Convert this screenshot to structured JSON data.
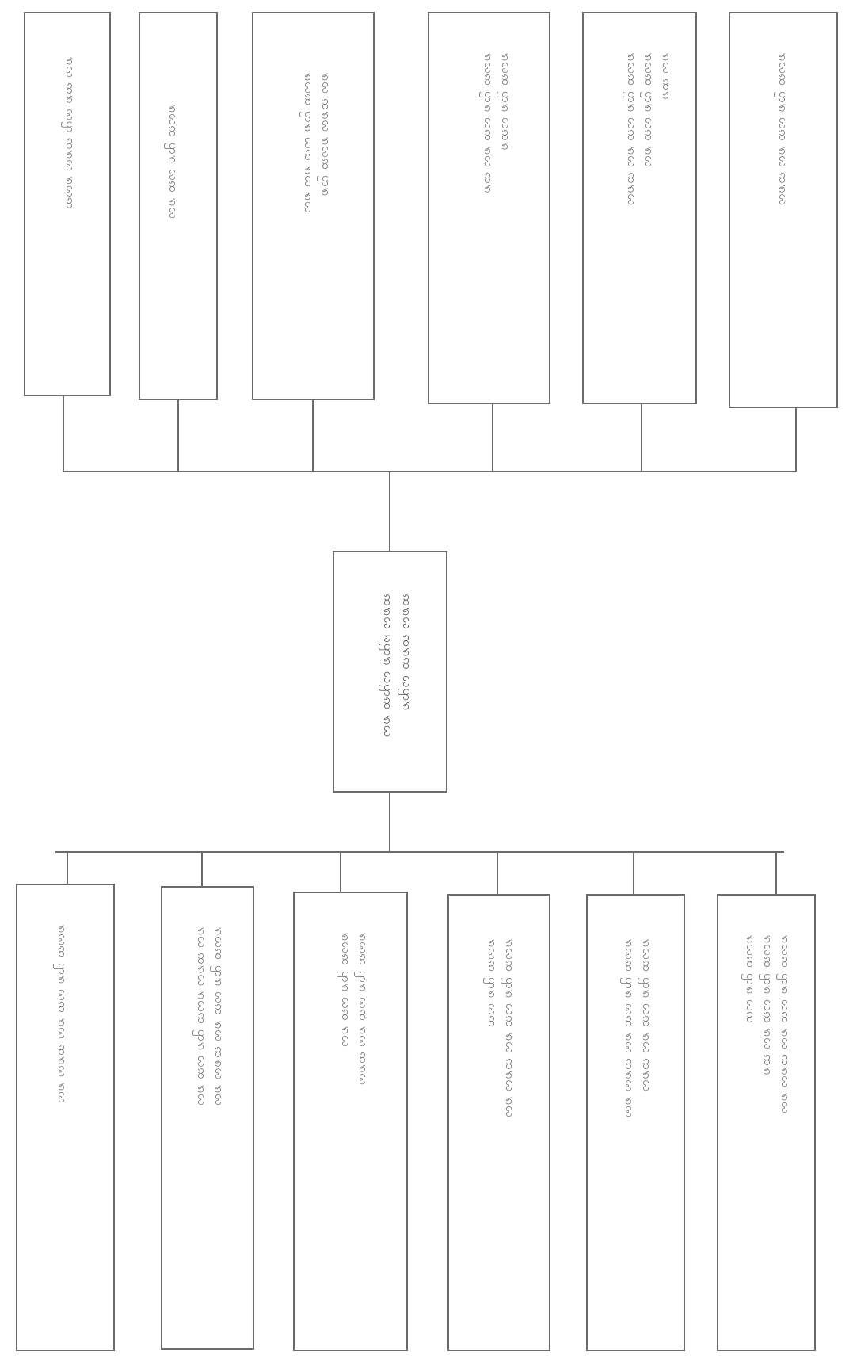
{
  "diagram": {
    "center": {
      "lines": [
        "ꩡꩫꩬ ꩡꩫꩡ ꩬꩥꩫ",
        "ꩡꩫꩬ ꩢꩥꩫ ꩬꩥꩡ ꩫꩬ"
      ]
    },
    "top_branches": [
      {
        "lines": [
          "ꩫꩬ ꩡꩫ ꩬꩥ ꩡꩫꩬ ꩫꩬꩡ"
        ]
      },
      {
        "lines": [
          "ꩫꩬꩡ ꩥꩫ ꩬꩡ ꩫꩬ"
        ]
      },
      {
        "lines": [
          "ꩫꩬ ꩡꩫꩬ ꩫꩬꩡ ꩥꩫ",
          "ꩫꩬꩡ ꩥꩫ ꩬꩡ ꩫꩬ ꩫꩬ"
        ]
      },
      {
        "lines": [
          "ꩫꩬꩡ ꩥꩫ ꩬꩡꩫ",
          "ꩫꩬꩡ ꩥꩫ ꩬꩡ ꩫꩬ ꩡꩫ"
        ]
      },
      {
        "lines": [
          "ꩫꩬ ꩡꩫ",
          "ꩫꩬꩡ ꩥꩫ ꩬꩡ ꩫꩬ",
          "ꩫꩬꩡ ꩥꩫ ꩬꩡ ꩫꩬ ꩡꩫꩬ"
        ]
      },
      {
        "lines": [
          "ꩫꩬꩡ ꩥꩫ ꩬꩡ ꩫꩬ ꩡꩫꩬ"
        ]
      }
    ],
    "bottom_branches": [
      {
        "lines": [
          "ꩫꩬꩡ ꩥꩫ ꩬꩡ ꩫꩬ ꩡꩫꩬ ꩫꩬ"
        ]
      },
      {
        "lines": [
          "ꩫꩬꩡ ꩥꩫ ꩬꩡ ꩫꩬ ꩡꩫꩬ ꩫꩬ",
          "ꩫꩬ ꩡꩫꩬ ꩫꩬꩡ ꩥꩫ ꩬꩡ ꩫꩬ"
        ]
      },
      {
        "lines": [
          "ꩫꩬꩡ ꩥꩫ ꩬꩡ ꩫꩬ ꩡꩫꩬ",
          "ꩫꩬꩡ ꩥꩫ ꩬꩡ ꩫꩬ"
        ]
      },
      {
        "lines": [
          "ꩫꩬꩡ ꩥꩫ ꩬꩡ ꩫꩬ ꩡꩫꩬ ꩫꩬ",
          "ꩫꩬꩡ ꩥꩫ ꩬꩡ"
        ]
      },
      {
        "lines": [
          "ꩫꩬꩡ ꩥꩫ ꩬꩡ ꩫꩬ ꩡꩫꩬ",
          "ꩫꩬꩡ ꩥꩫ ꩬꩡ ꩫꩬ ꩡꩫꩬ ꩫꩬ"
        ]
      },
      {
        "lines": [
          "ꩫꩬꩡ ꩥꩫ ꩬꩡ ꩫꩬ ꩡꩫꩬ ꩫꩬ",
          "ꩫꩬꩡ ꩥꩫ ꩬꩡ ꩫꩬ ꩡꩫ",
          "ꩫꩬꩡ ꩥꩫ ꩬꩡ"
        ]
      }
    ],
    "colors": {
      "line": "#6b6b6b",
      "text": "#707070",
      "paper": "#ffffff"
    }
  }
}
